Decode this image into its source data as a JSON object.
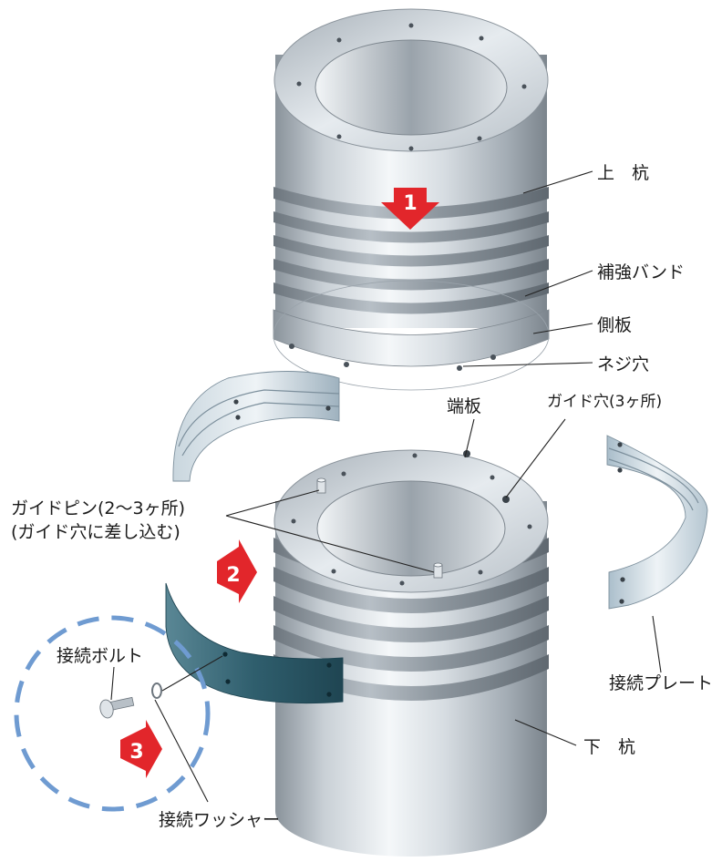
{
  "labels": {
    "upper_pile": "上　杭",
    "reinforcing_band": "補強バンド",
    "side_plate": "側板",
    "screw_hole": "ネジ穴",
    "end_plate": "端板",
    "guide_hole": "ガイド穴(3ヶ所)",
    "guide_pin_line1": "ガイドピン(2〜3ヶ所)",
    "guide_pin_line2": "(ガイド穴に差し込む)",
    "connection_bolt": "接続ボルト",
    "connection_plate": "接続プレート",
    "lower_pile": "下　杭",
    "connection_washer": "接続ワッシャー"
  },
  "steps": [
    "1",
    "2",
    "3"
  ],
  "colors": {
    "step_red": "#e2262b",
    "detail_circle": "#6f9bd1",
    "steel_light": "#e9eef2",
    "steel_dark": "#7f8890",
    "plate_teal": "#2d5d6b"
  }
}
